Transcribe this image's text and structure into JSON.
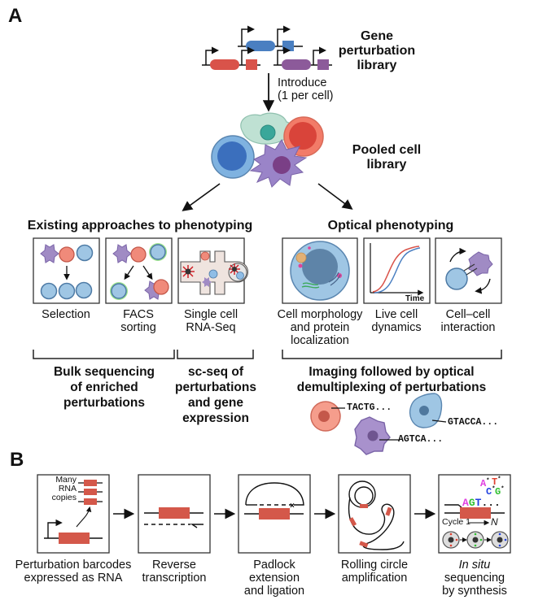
{
  "panel_a": {
    "letter": "A",
    "library_label": [
      "Gene",
      "perturbation",
      "library"
    ],
    "introduce_label": [
      "Introduce",
      "(1 per cell)"
    ],
    "pooled_label": [
      "Pooled cell",
      "library"
    ],
    "existing": {
      "heading": "Existing approaches to phenotyping",
      "methods": [
        {
          "label": [
            "Selection"
          ]
        },
        {
          "label": [
            "FACS",
            "sorting"
          ]
        },
        {
          "label": [
            "Single cell",
            "RNA-Seq"
          ]
        }
      ],
      "bulk_label": [
        "Bulk sequencing",
        "of enriched",
        "perturbations"
      ],
      "scseq_label": [
        "sc-seq of",
        "perturbations",
        "and gene",
        "expression"
      ]
    },
    "optical": {
      "heading": "Optical phenotyping",
      "methods": [
        {
          "label": [
            "Cell morphology",
            "and protein",
            "localization"
          ]
        },
        {
          "label": [
            "Live cell",
            "dynamics"
          ],
          "axis_label": "Time"
        },
        {
          "label": [
            "Cell–cell",
            "interaction"
          ]
        }
      ],
      "summary_label": [
        "Imaging followed by optical",
        "demultiplexing of perturbations"
      ],
      "barcodes": [
        "TACTG...",
        "AGTCA...",
        "GTACCA..."
      ]
    }
  },
  "panel_b": {
    "letter": "B",
    "steps": [
      {
        "label": [
          "Perturbation barcodes",
          "expressed as RNA"
        ],
        "inset": [
          "Many",
          "RNA",
          "copies"
        ]
      },
      {
        "label": [
          "Reverse",
          "transcription"
        ]
      },
      {
        "label": [
          "Padlock",
          "extension",
          "and ligation"
        ]
      },
      {
        "label": [
          "Rolling circle",
          "amplification"
        ]
      },
      {
        "label_italic": "In situ",
        "label": [
          "sequencing",
          "by synthesis"
        ],
        "bases": [
          "A",
          "T",
          "C",
          "G"
        ],
        "read": [
          "A",
          "G",
          "T",
          "..."
        ],
        "cycle_start": "Cycle 1",
        "cycle_end": "N"
      }
    ]
  },
  "colors": {
    "blue": "#4a7fc1",
    "red": "#d9534a",
    "purple": "#8c5a9a",
    "cell_light_blue": "#9fc6e4",
    "cell_blue_border": "#5a86b0",
    "cell_red": "#f08a7a",
    "cell_purple": "#a08bc4",
    "teal": "#9ed3c3",
    "green_glow": "#7ddc6a",
    "barcode_red": "#d4584a",
    "base_A": "#e040e0",
    "base_T": "#e04030",
    "base_C": "#2040e0",
    "base_G": "#30c030"
  }
}
